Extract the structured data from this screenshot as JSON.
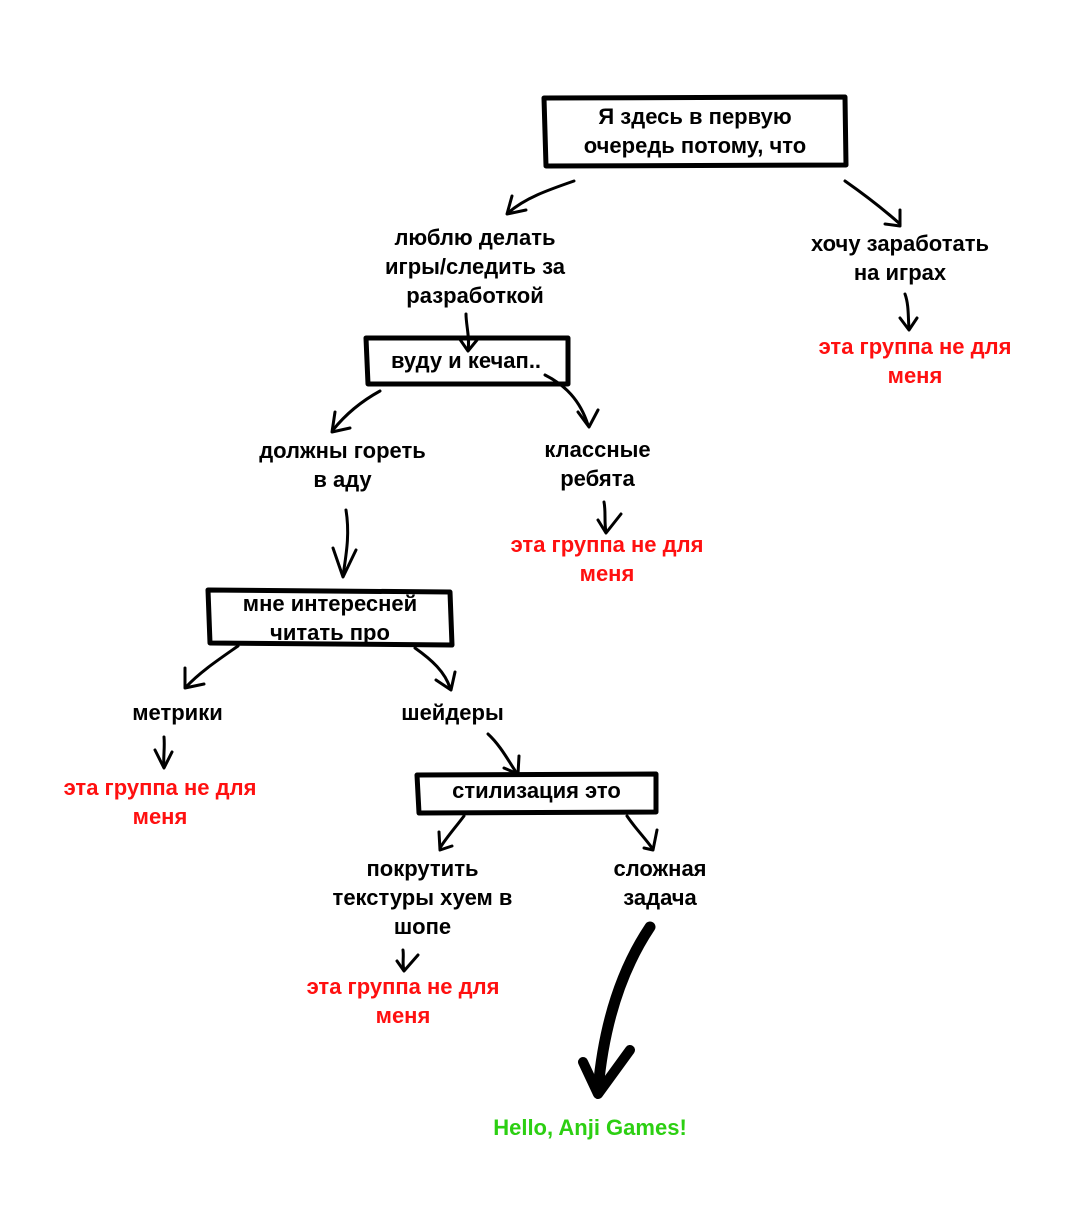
{
  "colors": {
    "ink": "#000000",
    "reject": "#ff1010",
    "final": "#2ccf12"
  },
  "nodes": {
    "root": "Я здесь в первую\nочередь потому, что",
    "love_games": "люблю делать\nигры/следить за\nразработкой",
    "money": "хочу заработать\nна играх",
    "money_result": "эта группа не для\nменя",
    "voodoo": "вуду и кечап..",
    "burn": "должны гореть\nв аду",
    "cool": "классные\nребята",
    "cool_result": "эта группа не для\nменя",
    "read_about": "мне интересней\nчитать про",
    "metrics": "метрики",
    "metrics_result": "эта группа не для\nменя",
    "shaders": "шейдеры",
    "stylization": "стилизация это",
    "twist": "покрутить\nтекстуры хуем в\nшопе",
    "twist_result": "эта группа не для\nменя",
    "hard": "сложная\nзадача",
    "final": "Hello, Anji Games!"
  }
}
